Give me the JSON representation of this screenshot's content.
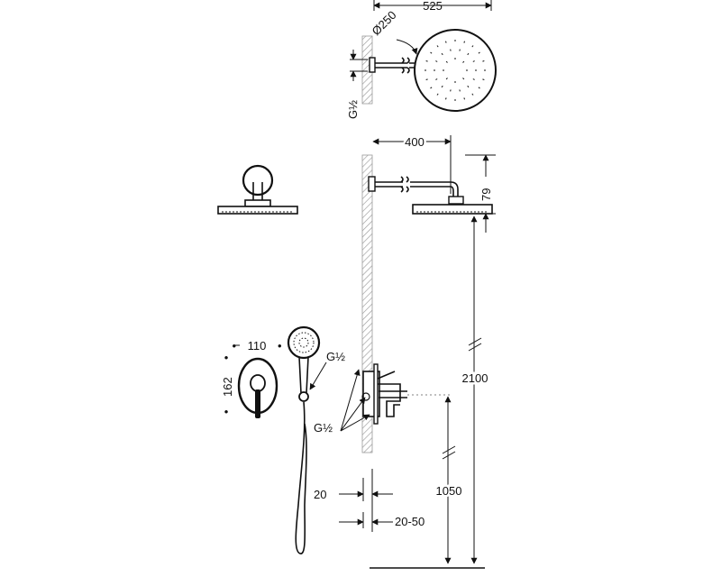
{
  "dimensions": {
    "head_total_width": "525",
    "head_diameter": "Ø250",
    "arm_thread": "G½",
    "arm_length": "400",
    "head_height": "79",
    "head_install_height": "2100",
    "plate_width": "110",
    "plate_height": "162",
    "handshower_thread": "G½",
    "valve_thread": "G½",
    "valve_inlets_thread": "G½",
    "wall_depth": "20",
    "embed_depth": "20-50",
    "valve_install_height": "1050"
  },
  "colors": {
    "line": "#111111",
    "wall_hatch": "#9a9a9a",
    "background": "#ffffff"
  }
}
